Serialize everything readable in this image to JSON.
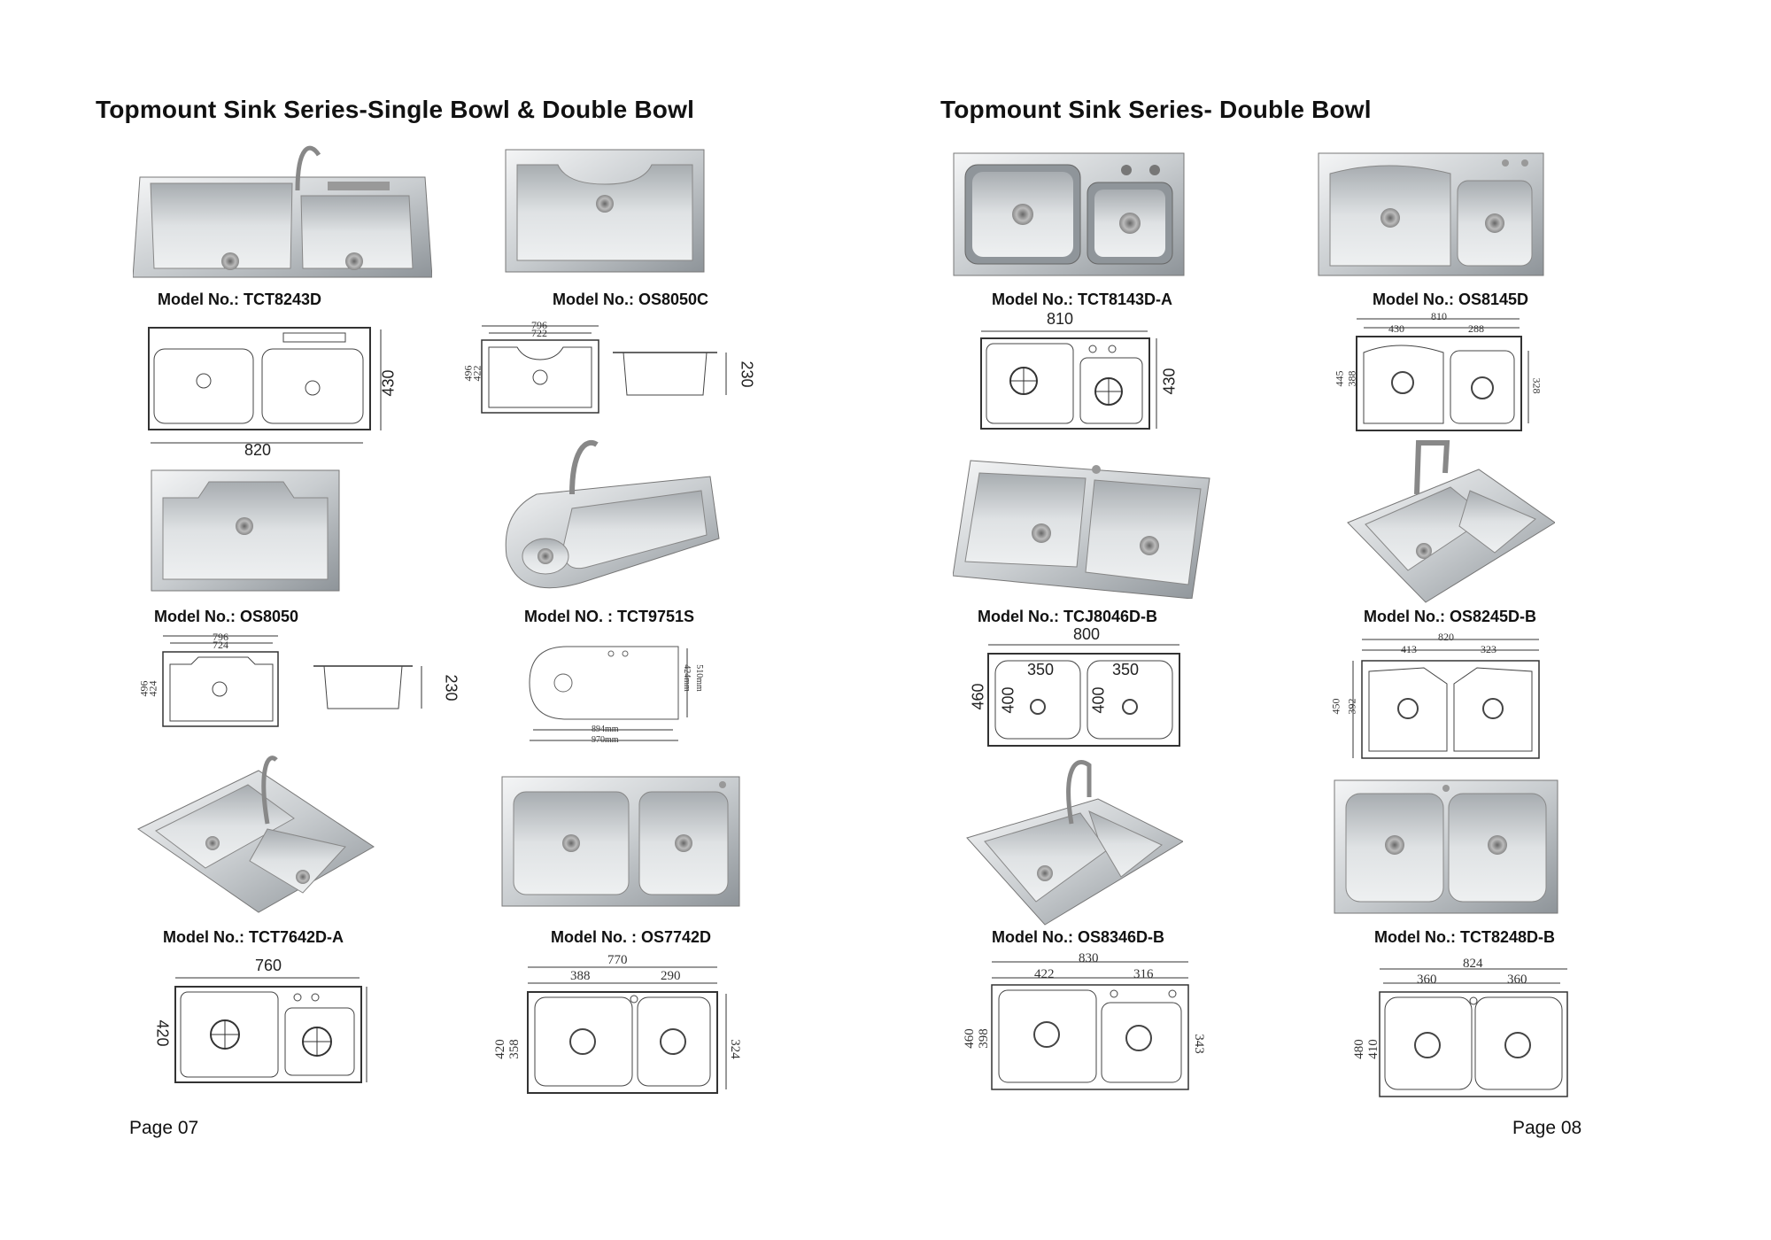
{
  "left_page": {
    "title": "Topmount Sink Series-Single Bowl & Double Bowl",
    "page_label": "Page 07",
    "products": [
      {
        "model": "Model No.: TCT8243D",
        "drawing_dims": [
          "820",
          "430"
        ]
      },
      {
        "model": "Model No.: OS8050C",
        "drawing_dims": [
          "796",
          "722",
          "496",
          "422",
          "230"
        ]
      },
      {
        "model": "Model No.: OS8050",
        "drawing_dims": [
          "796",
          "724",
          "496",
          "424",
          "230"
        ]
      },
      {
        "model": "Model NO. : TCT9751S",
        "drawing_dims": [
          "894mm",
          "970mm",
          "424mm",
          "510mm"
        ]
      },
      {
        "model": "Model No.: TCT7642D-A",
        "drawing_dims": [
          "760",
          "420"
        ]
      },
      {
        "model": "Model No. :  OS7742D",
        "drawing_dims": [
          "770",
          "388",
          "290",
          "420",
          "358",
          "324"
        ]
      }
    ]
  },
  "right_page": {
    "title": "Topmount Sink Series- Double Bowl",
    "page_label": "Page 08",
    "products": [
      {
        "model": "Model No.: TCT8143D-A",
        "drawing_dims": [
          "810",
          "430"
        ]
      },
      {
        "model": "Model No.: OS8145D",
        "drawing_dims": [
          "810",
          "430",
          "288",
          "445",
          "388",
          "328"
        ]
      },
      {
        "model": "Model No.: TCJ8046D-B",
        "drawing_dims": [
          "800",
          "350",
          "350",
          "460",
          "400",
          "400"
        ]
      },
      {
        "model": "Model No.: OS8245D-B",
        "drawing_dims": [
          "820",
          "413",
          "323",
          "450",
          "392"
        ]
      },
      {
        "model": "Model No.: OS8346D-B",
        "drawing_dims": [
          "830",
          "422",
          "316",
          "460",
          "398",
          "343"
        ]
      },
      {
        "model": "Model No.: TCT8248D-B",
        "drawing_dims": [
          "824",
          "360",
          "360",
          "480",
          "410"
        ]
      }
    ]
  },
  "colors": {
    "steel_light": "#e6e8ea",
    "steel_mid": "#b9bdc1",
    "steel_dark": "#7d8388",
    "line": "#333333"
  }
}
